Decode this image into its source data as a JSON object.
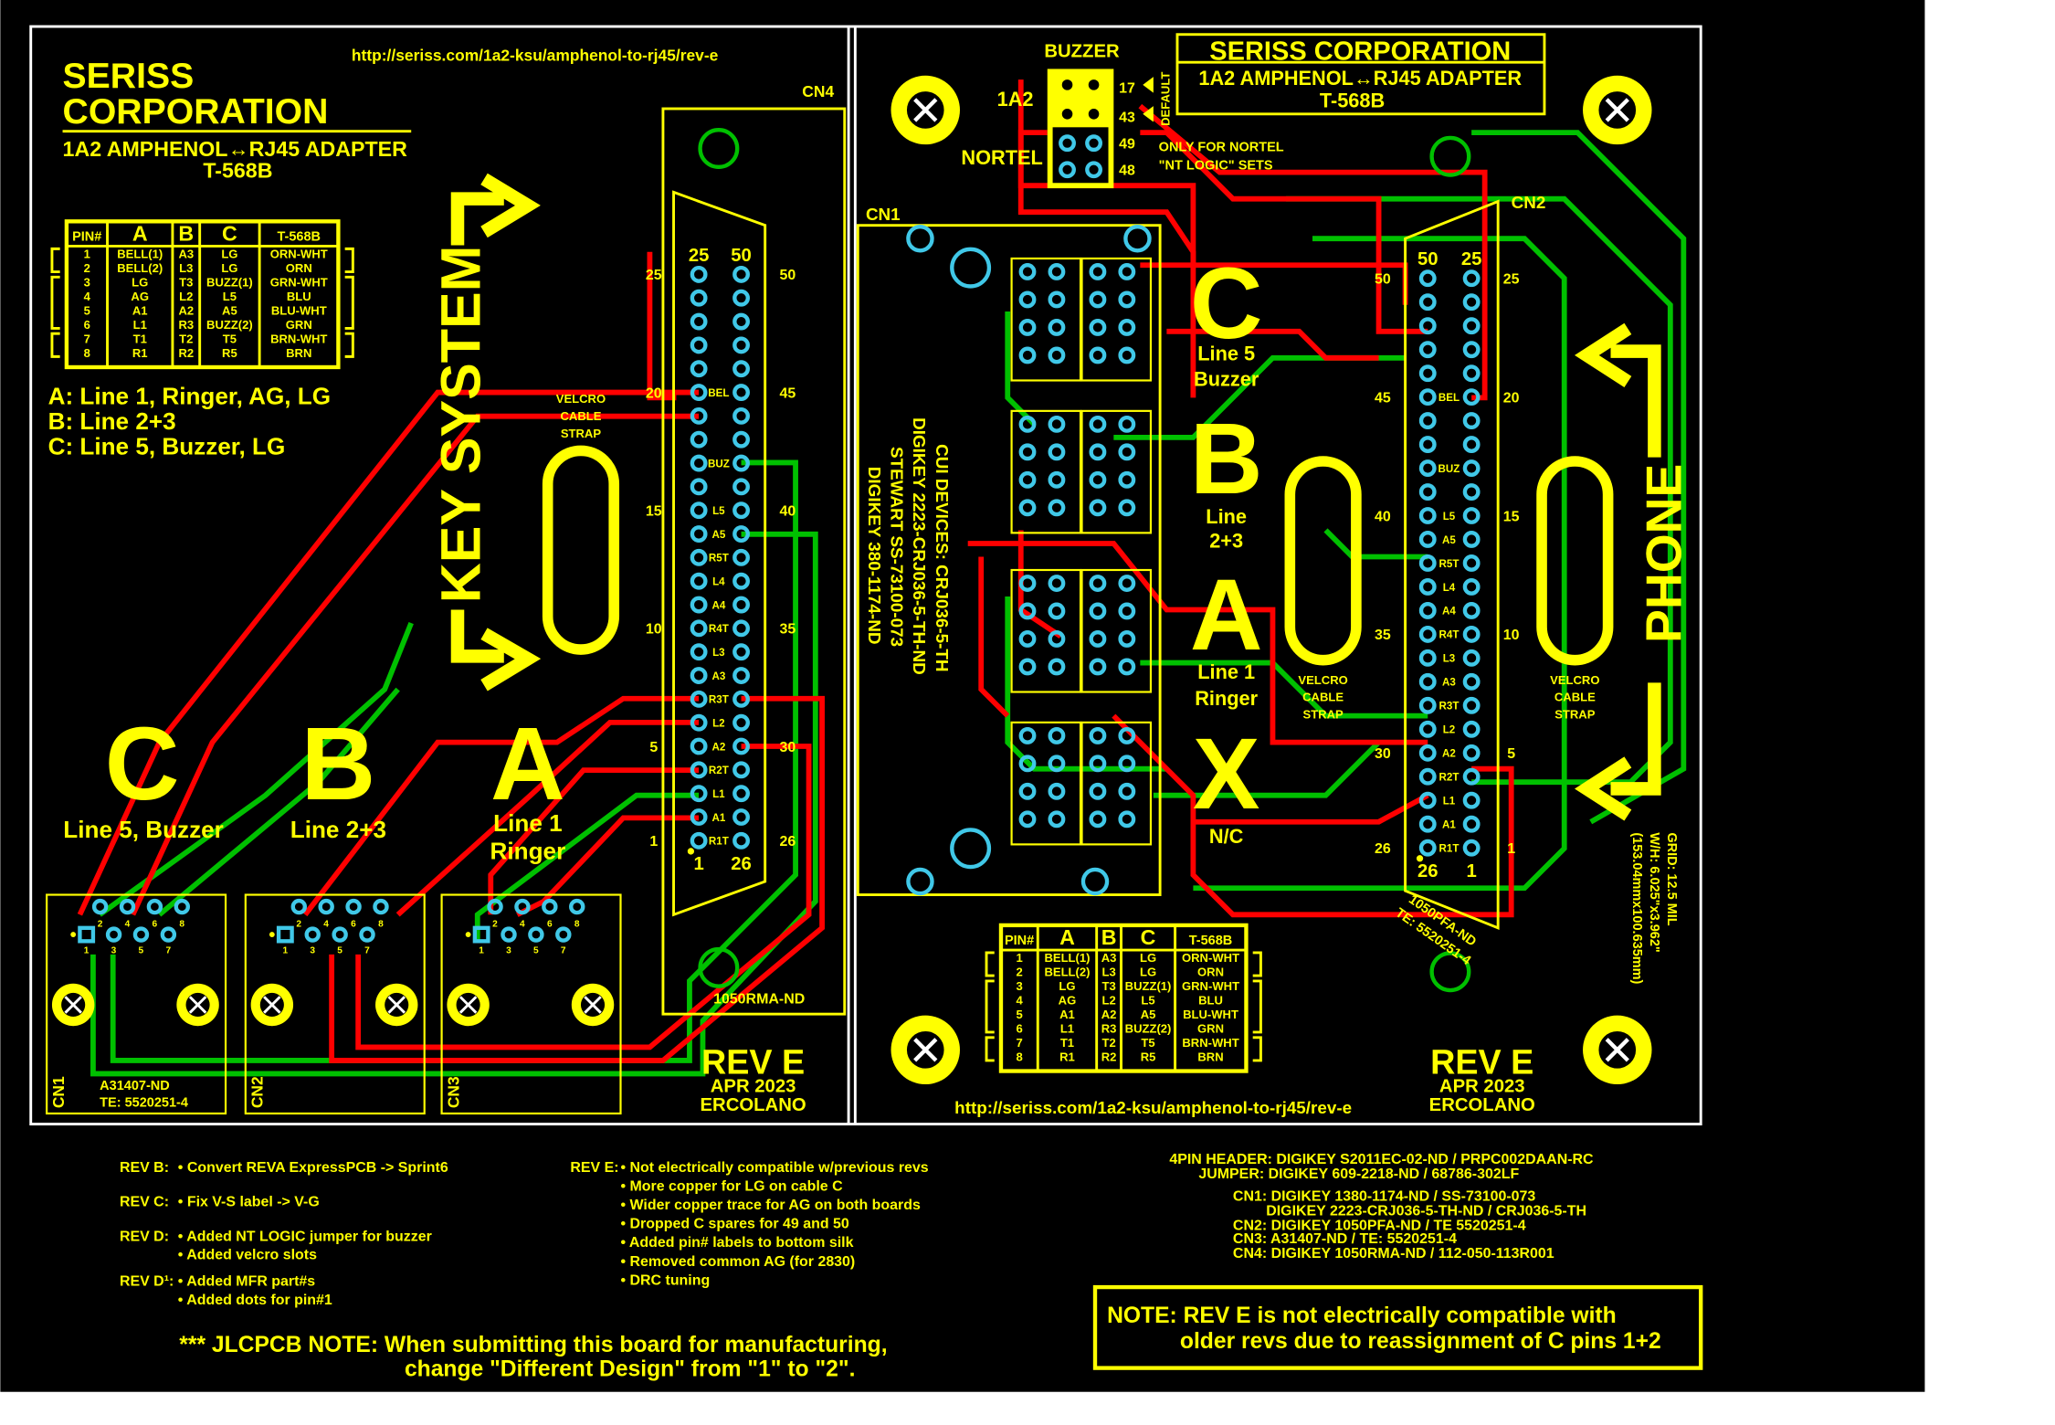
{
  "colors": {
    "background": "#000000",
    "silk": "#ffff00",
    "top_copper": "#ff0000",
    "bottom_copper": "#00c000",
    "pad": "#40c8e8",
    "outline": "#ffffff"
  },
  "pin_table": {
    "headers": [
      "PIN#",
      "A",
      "B",
      "C",
      "T-568B"
    ],
    "rows": [
      [
        "1",
        "BELL(1)",
        "A3",
        "LG",
        "ORN-WHT"
      ],
      [
        "2",
        "BELL(2)",
        "L3",
        "LG",
        "ORN"
      ],
      [
        "3",
        "LG",
        "T3",
        "BUZZ(1)",
        "GRN-WHT"
      ],
      [
        "4",
        "AG",
        "L2",
        "L5",
        "BLU"
      ],
      [
        "5",
        "A1",
        "A2",
        "A5",
        "BLU-WHT"
      ],
      [
        "6",
        "L1",
        "R3",
        "BUZZ(2)",
        "GRN"
      ],
      [
        "7",
        "T1",
        "T2",
        "T5",
        "BRN-WHT"
      ],
      [
        "8",
        "R1",
        "R2",
        "R5",
        "BRN"
      ]
    ]
  },
  "rj45_pins": [
    "1",
    "2",
    "3",
    "4",
    "5",
    "6",
    "7",
    "8"
  ],
  "left": {
    "url": "http://seriss.com/1a2-ksu/amphenol-to-rj45/rev-e",
    "company_line1": "SERISS",
    "company_line2": "CORPORATION",
    "subtitle": "1A2  AMPHENOL↔RJ45 ADAPTER",
    "standard": "T-568B",
    "legend": [
      "A: Line 1, Ringer, AG, LG",
      "B: Line 2+3",
      "C: Line 5, Buzzer, LG"
    ],
    "key_system": "KEY SYSTEM",
    "velcro": [
      "VELCRO",
      "CABLE",
      "STRAP"
    ],
    "cables": [
      {
        "letter": "C",
        "line1": "Line 5, Buzzer",
        "line2": ""
      },
      {
        "letter": "B",
        "line1": "Line 2+3",
        "line2": ""
      },
      {
        "letter": "A",
        "line1": "Line 1",
        "line2": "Ringer"
      }
    ],
    "rj45": [
      {
        "label": "CN1",
        "part1": "A31407-ND",
        "part2": "TE: 5520251-4"
      },
      {
        "label": "CN2",
        "part1": "",
        "part2": ""
      },
      {
        "label": "CN3",
        "part1": "",
        "part2": ""
      }
    ],
    "cn4": {
      "label": "CN4",
      "part": "1050RMA-ND",
      "top_numbers": [
        "25",
        "50"
      ],
      "bottom_numbers": [
        "1",
        "26"
      ],
      "left_side_numbers": [
        "25",
        "20",
        "15",
        "10",
        "5",
        "1"
      ],
      "right_side_numbers": [
        "50",
        "45",
        "40",
        "35",
        "30",
        "26"
      ],
      "pin_labels": {
        "20": "BEL",
        "17": "BUZ",
        "15": "L5",
        "14": "A5",
        "13": "R5T",
        "12": "L4",
        "11": "A4",
        "10": "R4T",
        "9": "L3",
        "8": "A3",
        "7": "R3T",
        "6": "L2",
        "5": "A2",
        "4": "R2T",
        "3": "L1",
        "2": "A1",
        "1": "R1T"
      }
    },
    "rev": {
      "rev": "REV E",
      "date": "APR 2023",
      "author": "ERCOLANO"
    }
  },
  "right": {
    "buzzer": "BUZZER",
    "jumper_1a2": "1A2",
    "jumper_nortel": "NORTEL",
    "jumper_pins": [
      "17",
      "43",
      "49",
      "48"
    ],
    "default_label": "DEFAULT",
    "nortel_note": [
      "ONLY FOR NORTEL",
      "\"NT LOGIC\" SETS"
    ],
    "title": "SERISS CORPORATION",
    "subtitle": "1A2  AMPHENOL↔RJ45 ADAPTER",
    "standard": "T-568B",
    "cn1_label": "CN1",
    "cn1_parts": [
      "CUI DEVICES: CRJ036-5-TH",
      "DIGIKEY 2223-CRJ036-5-TH-ND",
      "STEWART SS-73100-073",
      "DIGIKEY 380-1174-ND"
    ],
    "cn2_label": "CN2",
    "cn2_parts": [
      "1050PFA-ND",
      "TE: 5520251-4"
    ],
    "cn2": {
      "top_numbers": [
        "50",
        "25"
      ],
      "bottom_numbers": [
        "26",
        "1"
      ],
      "left_side_numbers": [
        "50",
        "45",
        "40",
        "35",
        "30",
        "26"
      ],
      "right_side_numbers": [
        "25",
        "20",
        "15",
        "10",
        "5",
        "1"
      ]
    },
    "cables": [
      {
        "letter": "C",
        "line1": "Line 5",
        "line2": "Buzzer"
      },
      {
        "letter": "B",
        "line1": "Line",
        "line2": "2+3"
      },
      {
        "letter": "A",
        "line1": "Line 1",
        "line2": "Ringer"
      },
      {
        "letter": "X",
        "line1": "N/C",
        "line2": ""
      }
    ],
    "phone": "PHONE",
    "velcro": [
      "VELCRO",
      "CABLE",
      "STRAP"
    ],
    "grid": [
      "GRID: 12.5 MIL",
      "W/H: 6.025\"x3.962\"",
      "(153.04mmx100.635mm)"
    ],
    "rev": {
      "rev": "REV E",
      "date": "APR 2023",
      "author": "ERCOLANO"
    },
    "url": "http://seriss.com/1a2-ksu/amphenol-to-rj45/rev-e"
  },
  "notes": {
    "rev_b": {
      "label": "REV B:",
      "items": [
        "Convert REVA ExpressPCB -> Sprint6"
      ]
    },
    "rev_c": {
      "label": "REV C:",
      "items": [
        "Fix V-S label -> V-G"
      ]
    },
    "rev_d": {
      "label": "REV D:",
      "items": [
        "Added NT LOGIC jumper for buzzer",
        "Added velcro slots"
      ]
    },
    "rev_d1": {
      "label": "REV D¹:",
      "items": [
        "Added MFR part#s",
        "Added dots for pin#1"
      ]
    },
    "rev_e": {
      "label": "REV E:",
      "items": [
        "Not electrically compatible w/previous revs",
        "More copper for LG on cable C",
        "Wider copper trace for AG on both boards",
        "Dropped C spares for 49 and 50",
        "Added pin# labels to bottom silk",
        "Removed common AG (for 2830)",
        "DRC tuning"
      ]
    },
    "jlcpcb": [
      "*** JLCPCB NOTE: When submitting this board for manufacturing,",
      "change \"Different Design\" from \"1\" to \"2\"."
    ],
    "parts": [
      "4PIN HEADER: DIGIKEY S2011EC-02-ND / PRPC002DAAN-RC",
      "JUMPER: DIGIKEY 609-2218-ND / 68786-302LF",
      "CN1: DIGIKEY 1380-1174-ND / SS-73100-073",
      "DIGIKEY 2223-CRJ036-5-TH-ND / CRJ036-5-TH",
      "CN2: DIGIKEY 1050PFA-ND /  TE 5520251-4",
      "CN3: A31407-ND / TE: 5520251-4",
      "CN4: DIGIKEY 1050RMA-ND / 112-050-113R001"
    ],
    "note_box": [
      "NOTE: REV E is not electrically compatible with",
      "older revs due to reassignment of C pins 1+2"
    ]
  }
}
